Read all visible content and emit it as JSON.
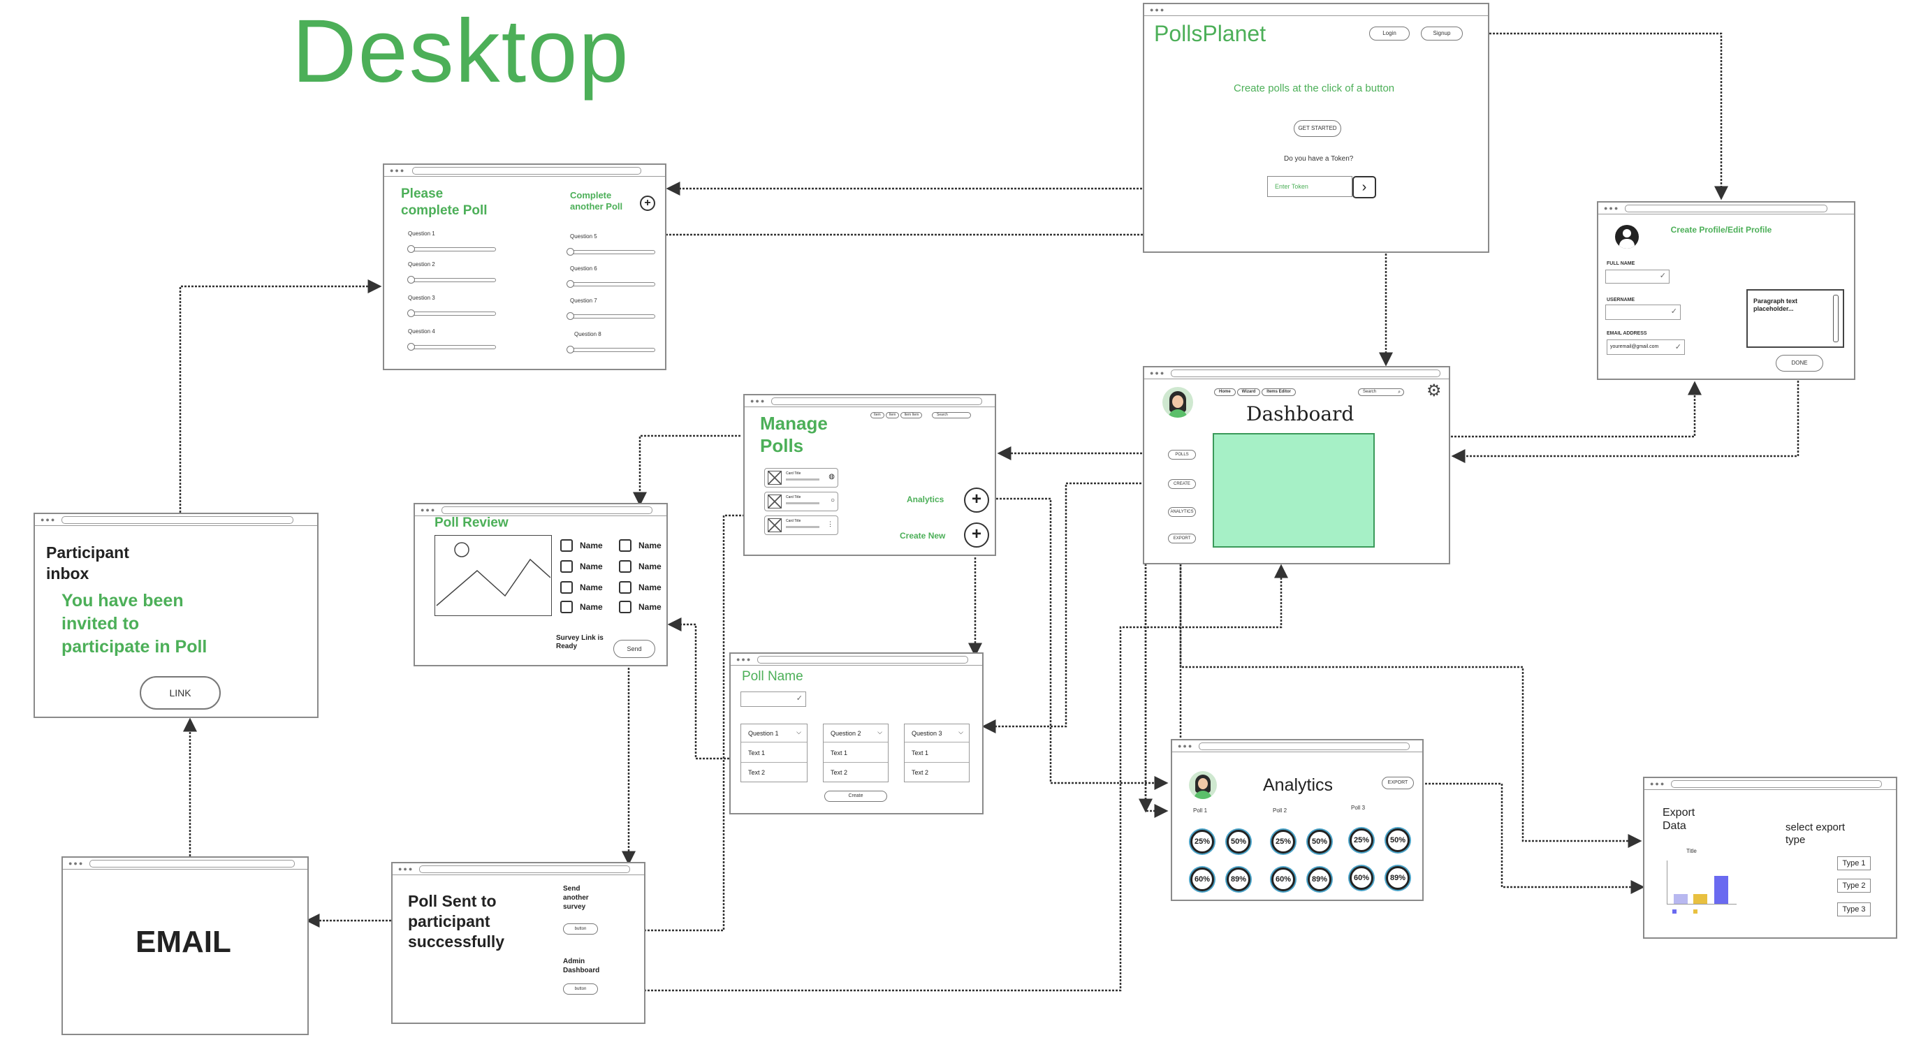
{
  "title": "Desktop",
  "colors": {
    "accent": "#4caf58",
    "dashboard_panel": "#a6f0c6",
    "chart_bar_light": "#b8b8f0",
    "chart_bar_gold": "#e8c040",
    "chart_bar_blue": "#6a6af0"
  },
  "landing": {
    "brand": "PollsPlanet",
    "login": "Login",
    "signup": "Signup",
    "tagline": "Create polls at the click of a button",
    "get_started": "GET STARTED",
    "token_question": "Do you have a Token?",
    "token_placeholder": "Enter Token"
  },
  "complete_poll": {
    "title": "Please complete Poll",
    "another": "Complete another Poll",
    "questions_left": [
      "Question 1",
      "Question 2",
      "Question 3",
      "Question 4"
    ],
    "questions_right": [
      "Question 5",
      "Question 6",
      "Question 7",
      "Question 8"
    ]
  },
  "profile": {
    "title": "Create Profile/Edit Profile",
    "full_name": "FULL NAME",
    "username": "USERNAME",
    "email": "EMAIL ADDRESS",
    "email_value": "youremail@gmail.com",
    "paragraph": "Paragraph text placeholder...",
    "done": "DONE"
  },
  "dashboard": {
    "title": "Dashboard",
    "breadcrumbs": [
      "Home",
      "Wizard",
      "Items Editor"
    ],
    "search": "Search",
    "side": [
      "POLLS",
      "CREATE",
      "ANALYTICS",
      "EXPORT"
    ]
  },
  "manage": {
    "title": "Manage Polls",
    "nav": [
      "Item",
      "Item",
      "Item Item"
    ],
    "search": "Search",
    "cards": [
      "Card Title",
      "Card Title",
      "Card Title"
    ],
    "analytics": "Analytics",
    "create_new": "Create New"
  },
  "inbox": {
    "title": "Participant inbox",
    "message": "You have been invited to participate in Poll",
    "link": "LINK"
  },
  "review": {
    "title": "Poll Review",
    "names": [
      "Name",
      "Name",
      "Name",
      "Name",
      "Name",
      "Name",
      "Name",
      "Name"
    ],
    "ready": "Survey Link is Ready",
    "send": "Send"
  },
  "poll_name": {
    "title": "Poll Name",
    "questions": [
      {
        "label": "Question 1",
        "t1": "Text 1",
        "t2": "Text 2"
      },
      {
        "label": "Question 2",
        "t1": "Text 1",
        "t2": "Text 2"
      },
      {
        "label": "Question 3",
        "t1": "Text 1",
        "t2": "Text 2"
      }
    ],
    "create": "Create"
  },
  "analytics": {
    "title": "Analytics",
    "export": "EXPORT",
    "polls": [
      "Poll 1",
      "Poll 2",
      "Poll 3"
    ],
    "row1": [
      "25%",
      "50%",
      "25%",
      "50%",
      "25%",
      "50%"
    ],
    "row2": [
      "60%",
      "89%",
      "60%",
      "89%",
      "60%",
      "89%"
    ]
  },
  "export": {
    "title": "Export Data",
    "select": "select export type",
    "chart_title": "Title",
    "types": [
      "Type 1",
      "Type 2",
      "Type 3"
    ]
  },
  "email": {
    "title": "EMAIL"
  },
  "sent": {
    "title": "Poll Sent to participant successfully",
    "another": "Send another survey",
    "admin": "Admin Dashboard",
    "button": "button"
  }
}
